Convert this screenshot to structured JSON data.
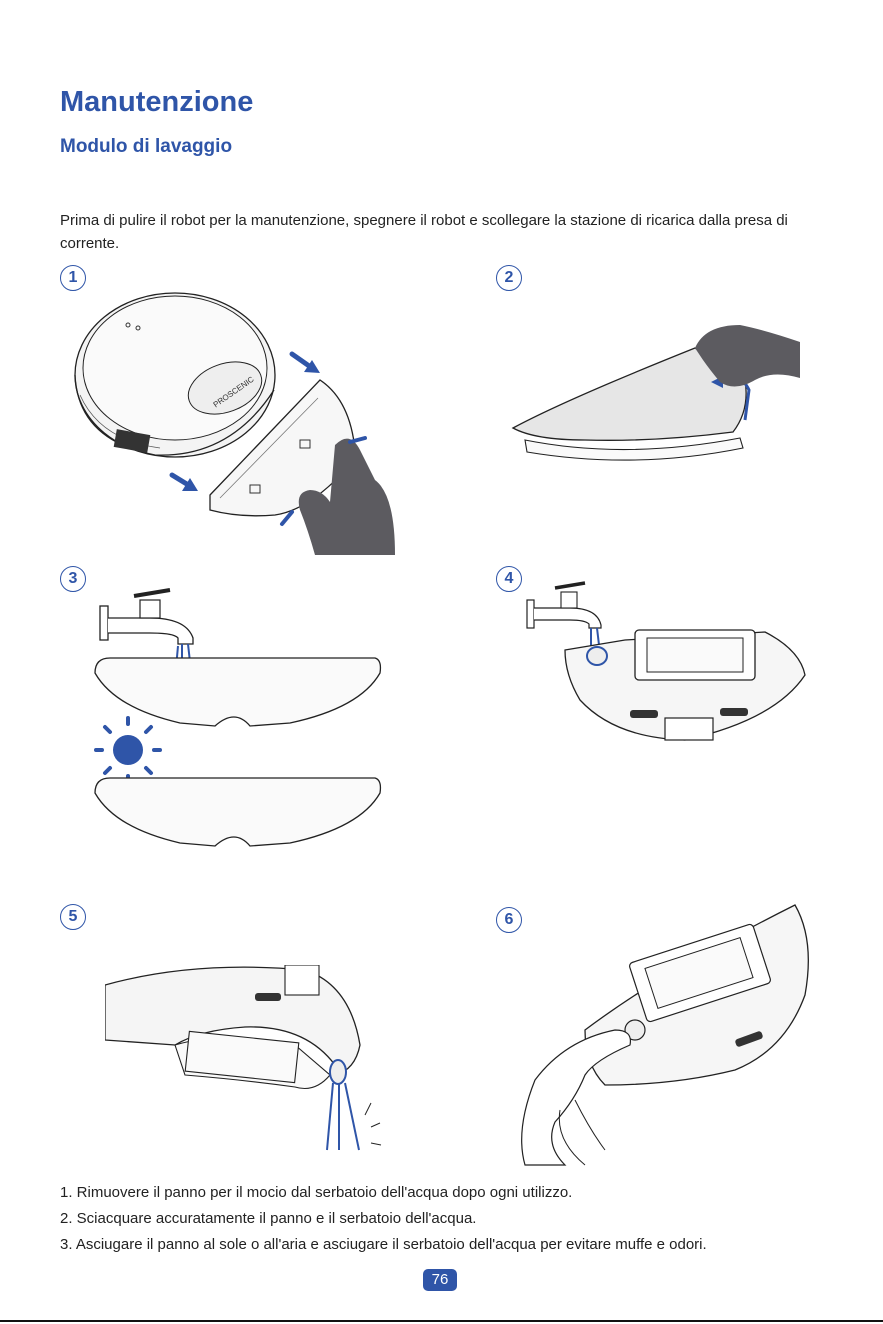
{
  "header": {
    "title": "Manutenzione",
    "subtitle": "Modulo di lavaggio"
  },
  "intro": "Prima di pulire il robot per la manutenzione, spegnere il robot e scollegare la stazione di ricarica dalla presa di corrente.",
  "steps": [
    {
      "number": "1"
    },
    {
      "number": "2"
    },
    {
      "number": "3"
    },
    {
      "number": "4"
    },
    {
      "number": "5"
    },
    {
      "number": "6"
    }
  ],
  "brand_logo": "PROSCENIC",
  "notes": [
    "1. Rimuovere il panno per il mocio dal serbatoio dell'acqua dopo ogni utilizzo.",
    "2. Sciacquare accuratamente il panno e il serbatoio dell'acqua.",
    "3. Asciugare il panno al sole o all'aria e asciugare il serbatoio dell'acqua per evitare muffe e odori."
  ],
  "page_number": "76",
  "colors": {
    "accent": "#2f55a8",
    "hand": "#5c5b60",
    "line": "#222222"
  }
}
